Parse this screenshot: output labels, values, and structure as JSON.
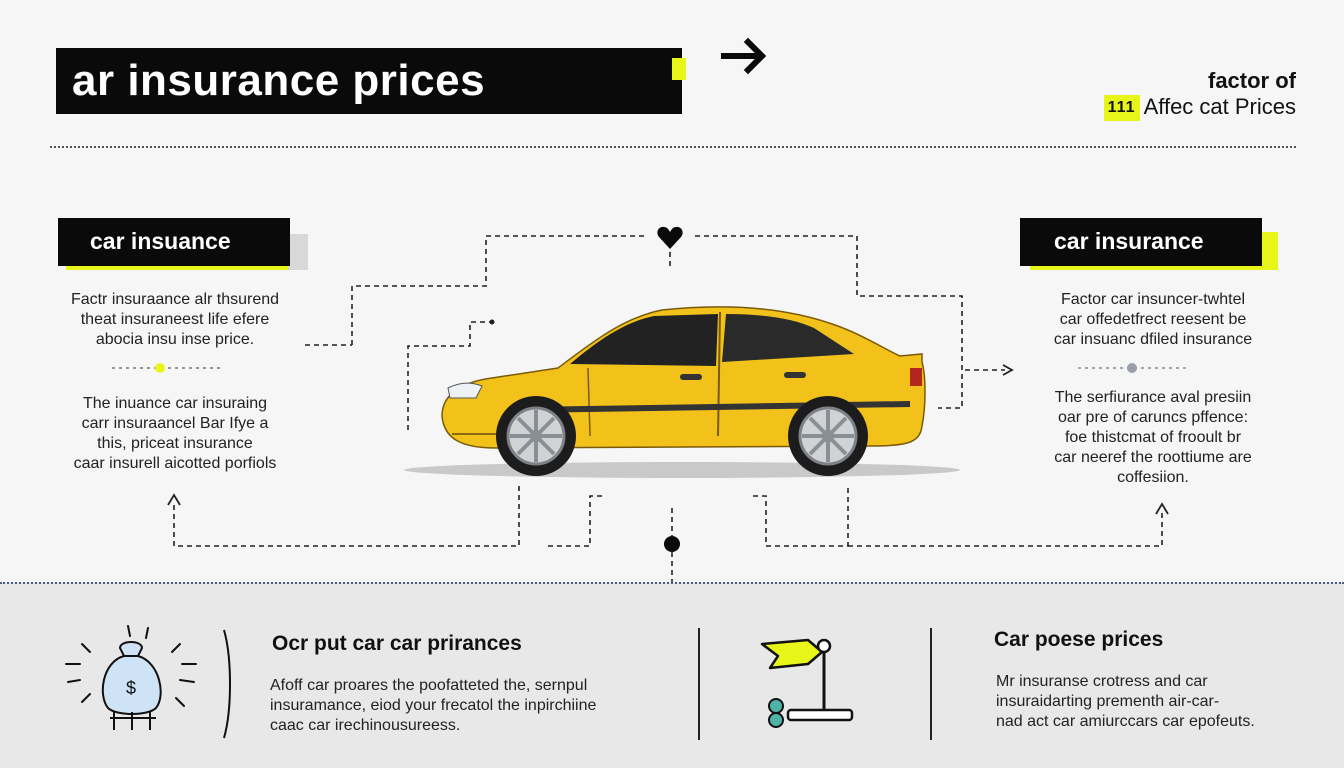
{
  "header": {
    "title": "ar insurance  prices",
    "factor_line1": "factor of",
    "factor_badge": "111",
    "factor_line2": "Affec cat Prices"
  },
  "left_panel": {
    "label": "car insuance",
    "para1": [
      "Factr insuraance alr thsurend",
      "theat insuraneest life efere",
      "abocia insu inse price."
    ],
    "para2": [
      "The inuance car insuraing",
      "carr insuraancel  Bar Ifye a",
      "this, priceat insurance",
      "caar insurell aicotted porfiols"
    ]
  },
  "right_panel": {
    "label": "car insurance",
    "para1": [
      "Factor car insuncer-twhtel",
      "car offedetfrect reesent be",
      "car insuanc dfiled insurance"
    ],
    "para2": [
      "The serfiurance aval presiin",
      "oar pre of caruncs pffence:",
      "foe thistcmat of frooult br",
      "car neeref the roottiume are",
      "coffesiion."
    ]
  },
  "bottom": {
    "col1_head": "Ocr put car car prirances",
    "col1_body": [
      "Afoff car proares the poofatteted the, sernpul",
      "insuramance, eiod your frecatol the inpirchiine",
      "caac car irechinousureess."
    ],
    "col2_head": "Car poese prices",
    "col2_body": [
      "Mr insuranse crotress and car",
      "insuraidarting prementh air-car-",
      "nad act car amiurccars car epofeuts."
    ]
  },
  "icons": {
    "arrow": "arrow-right-icon",
    "heart": "heart-icon",
    "moneybag": "money-bag-icon",
    "flag": "flag-icon",
    "car": "yellow-sedan-icon"
  },
  "colors": {
    "accent": "#e8f518",
    "car_body": "#f2c21b",
    "dark": "#0a0a0a"
  }
}
